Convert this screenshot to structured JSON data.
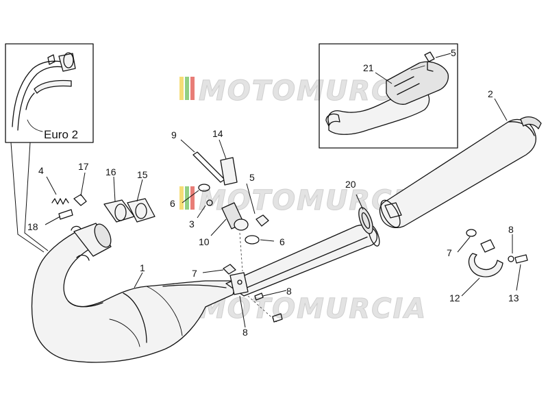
{
  "diagram": {
    "inset_euro2_label": "Euro 2",
    "callouts": [
      {
        "id": "c1",
        "text": "1"
      },
      {
        "id": "c2",
        "text": "2"
      },
      {
        "id": "c3",
        "text": "3"
      },
      {
        "id": "c4",
        "text": "4"
      },
      {
        "id": "c5a",
        "text": "5"
      },
      {
        "id": "c5b",
        "text": "5"
      },
      {
        "id": "c6a",
        "text": "6"
      },
      {
        "id": "c6b",
        "text": "6"
      },
      {
        "id": "c7a",
        "text": "7"
      },
      {
        "id": "c7b",
        "text": "7"
      },
      {
        "id": "c8a",
        "text": "8"
      },
      {
        "id": "c8b",
        "text": "8"
      },
      {
        "id": "c8c",
        "text": "8"
      },
      {
        "id": "c9",
        "text": "9"
      },
      {
        "id": "c10",
        "text": "10"
      },
      {
        "id": "c12",
        "text": "12"
      },
      {
        "id": "c13",
        "text": "13"
      },
      {
        "id": "c14",
        "text": "14"
      },
      {
        "id": "c15",
        "text": "15"
      },
      {
        "id": "c16",
        "text": "16"
      },
      {
        "id": "c17",
        "text": "17"
      },
      {
        "id": "c18",
        "text": "18"
      },
      {
        "id": "c20",
        "text": "20"
      },
      {
        "id": "c21",
        "text": "21"
      }
    ]
  },
  "watermark": {
    "text": "MOTOMURCIA",
    "stripe_colors": [
      "#f2d24a",
      "#6cbf5a",
      "#e0524a"
    ]
  }
}
